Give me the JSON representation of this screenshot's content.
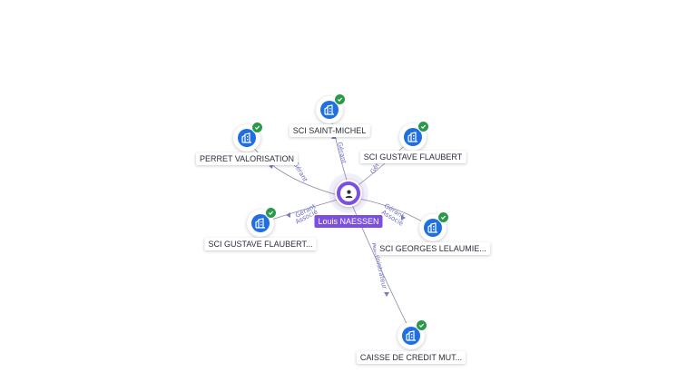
{
  "center": {
    "name": "Louis NAESSEN",
    "icon": "person-icon",
    "color": "#7b4fe0"
  },
  "nodes": [
    {
      "id": "saint-michel",
      "label": "SCI SAINT-MICHEL",
      "icon": "building-icon",
      "verified": true
    },
    {
      "id": "perret",
      "label": "PERRET VALORISATION",
      "icon": "building-icon",
      "verified": true
    },
    {
      "id": "flaubert",
      "label": "SCI GUSTAVE FLAUBERT",
      "icon": "building-icon",
      "verified": true
    },
    {
      "id": "flaubert2",
      "label": "SCI GUSTAVE FLAUBERT...",
      "icon": "building-icon",
      "verified": true
    },
    {
      "id": "lelaumier",
      "label": "SCI GEORGES LELAUMIE...",
      "icon": "building-icon",
      "verified": true
    },
    {
      "id": "caisse",
      "label": "CAISSE DE CREDIT MUT...",
      "icon": "building-icon",
      "verified": true
    }
  ],
  "edges": [
    {
      "to": "saint-michel",
      "role": "Gérant"
    },
    {
      "to": "perret",
      "role": "Gérant"
    },
    {
      "to": "flaubert",
      "role": "Gérant"
    },
    {
      "to": "flaubert2",
      "role": "Gérant",
      "role2": "Associé"
    },
    {
      "to": "lelaumier",
      "role": "Gérant",
      "role2": "Associé"
    },
    {
      "to": "caisse",
      "role": "Administrateur"
    }
  ],
  "colors": {
    "company": "#1f6fe0",
    "verified": "#2a9a4a",
    "edge_label": "#6b6bc8"
  }
}
